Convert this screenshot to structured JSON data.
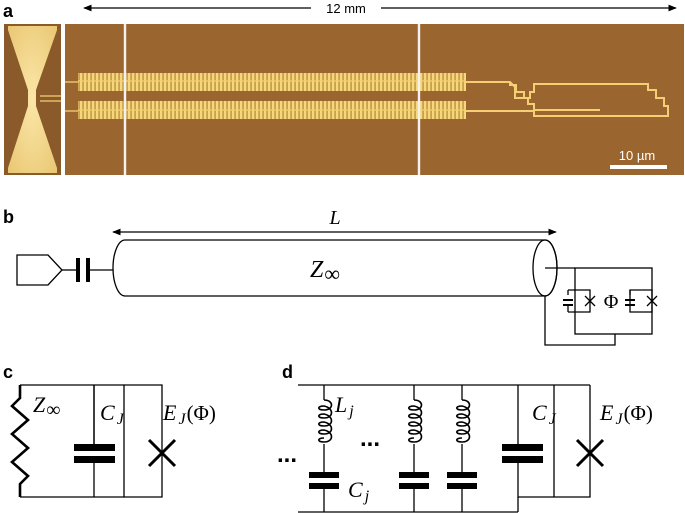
{
  "panels": {
    "a": {
      "label": "a",
      "length_label": "12 mm",
      "scale_label": "10 µm",
      "colors": {
        "substrate": "#a06a32",
        "metal": "#f5cf73",
        "pad": "#f4d58a",
        "divider": "#f2f2f2"
      }
    },
    "b": {
      "label": "b",
      "length_symbol": "L",
      "impedance_symbol": "Z",
      "impedance_sub": "∞",
      "flux_symbol": "Φ"
    },
    "c": {
      "label": "c",
      "impedance_symbol": "Z",
      "impedance_sub": "∞",
      "cap_symbol": "C",
      "cap_sub": "J",
      "ej_symbol": "E",
      "ej_sub": "J",
      "ej_arg": "(Φ)"
    },
    "d": {
      "label": "d",
      "ellipsis": "...",
      "ind_symbol": "L",
      "ind_sub": "j",
      "capj_symbol": "C",
      "capj_sub": "j",
      "cap_symbol": "C",
      "cap_sub": "J",
      "ej_symbol": "E",
      "ej_sub": "J",
      "ej_arg": "(Φ)"
    }
  }
}
